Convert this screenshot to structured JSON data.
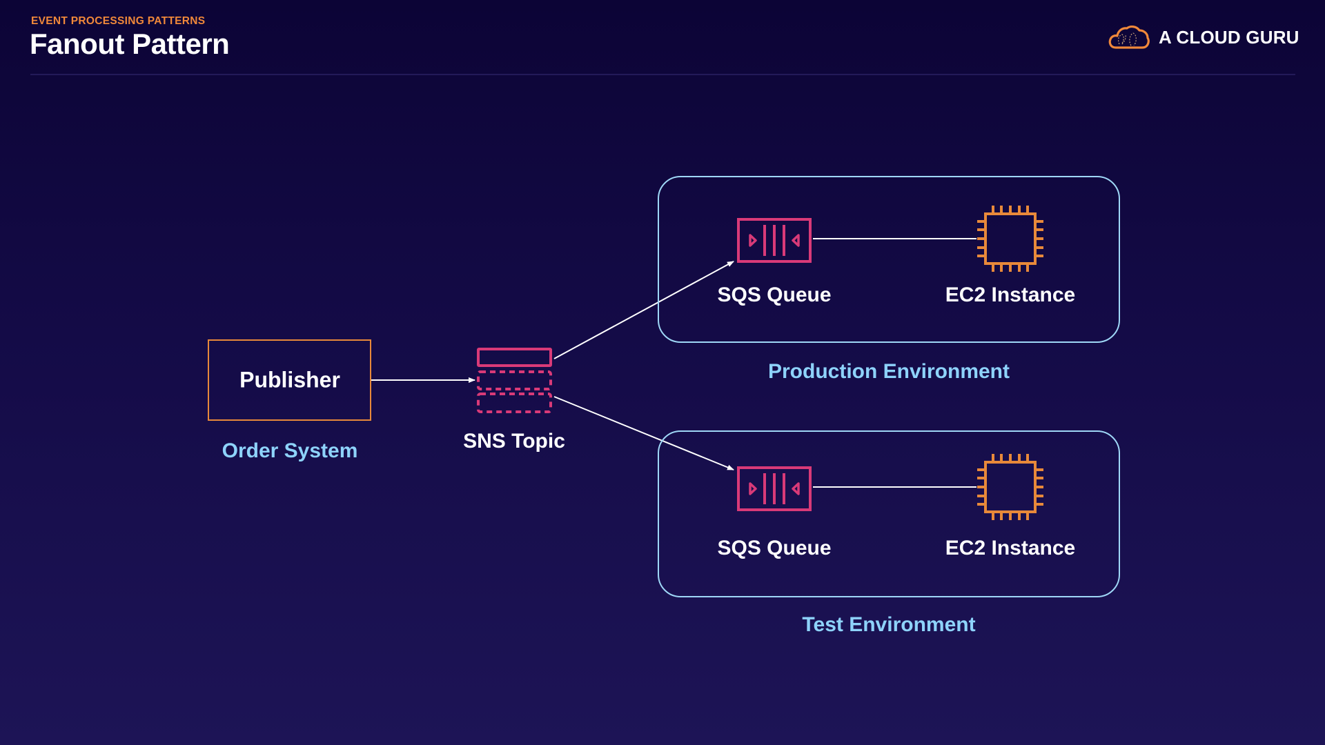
{
  "header": {
    "eyebrow": "EVENT PROCESSING PATTERNS",
    "title": "Fanout Pattern",
    "logo_text": "A CLOUD GURU",
    "logo_icon": "cloud-icon"
  },
  "colors": {
    "accent_orange": "#f0883a",
    "sns_pink": "#d93a78",
    "sqs_pink": "#d93a78",
    "ec2_orange": "#e8893a",
    "env_border": "#9fd8f7",
    "env_label": "#8ed3fb",
    "background_top": "#0c0436",
    "background_bottom": "#1d1456"
  },
  "diagram": {
    "publisher": {
      "label": "Publisher",
      "caption": "Order System"
    },
    "sns": {
      "label": "SNS Topic",
      "icon": "sns-topic-icon"
    },
    "environments": [
      {
        "name": "Production Environment",
        "queue_label": "SQS Queue",
        "instance_label": "EC2 Instance"
      },
      {
        "name": "Test Environment",
        "queue_label": "SQS Queue",
        "instance_label": "EC2 Instance"
      }
    ]
  }
}
